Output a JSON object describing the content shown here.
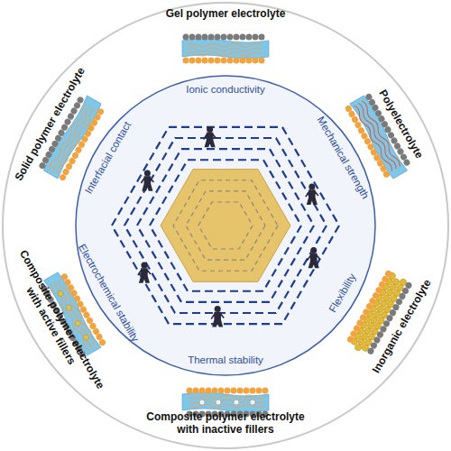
{
  "diagram": {
    "labels": [
      "Gel polymer electrolyte",
      "Polyelectrolyte",
      "Inorganic electrolyte",
      "Composite polymer electrolyte with inactive fillers",
      "Composite polymer electrolyte with active fillers",
      "Solid polymer electrolyte",
      "Ionic conductivity",
      "Mechanical strength",
      "Flexibility",
      "Thermal stability",
      "Electrochemical stability",
      "Interfacial contact"
    ]
  }
}
